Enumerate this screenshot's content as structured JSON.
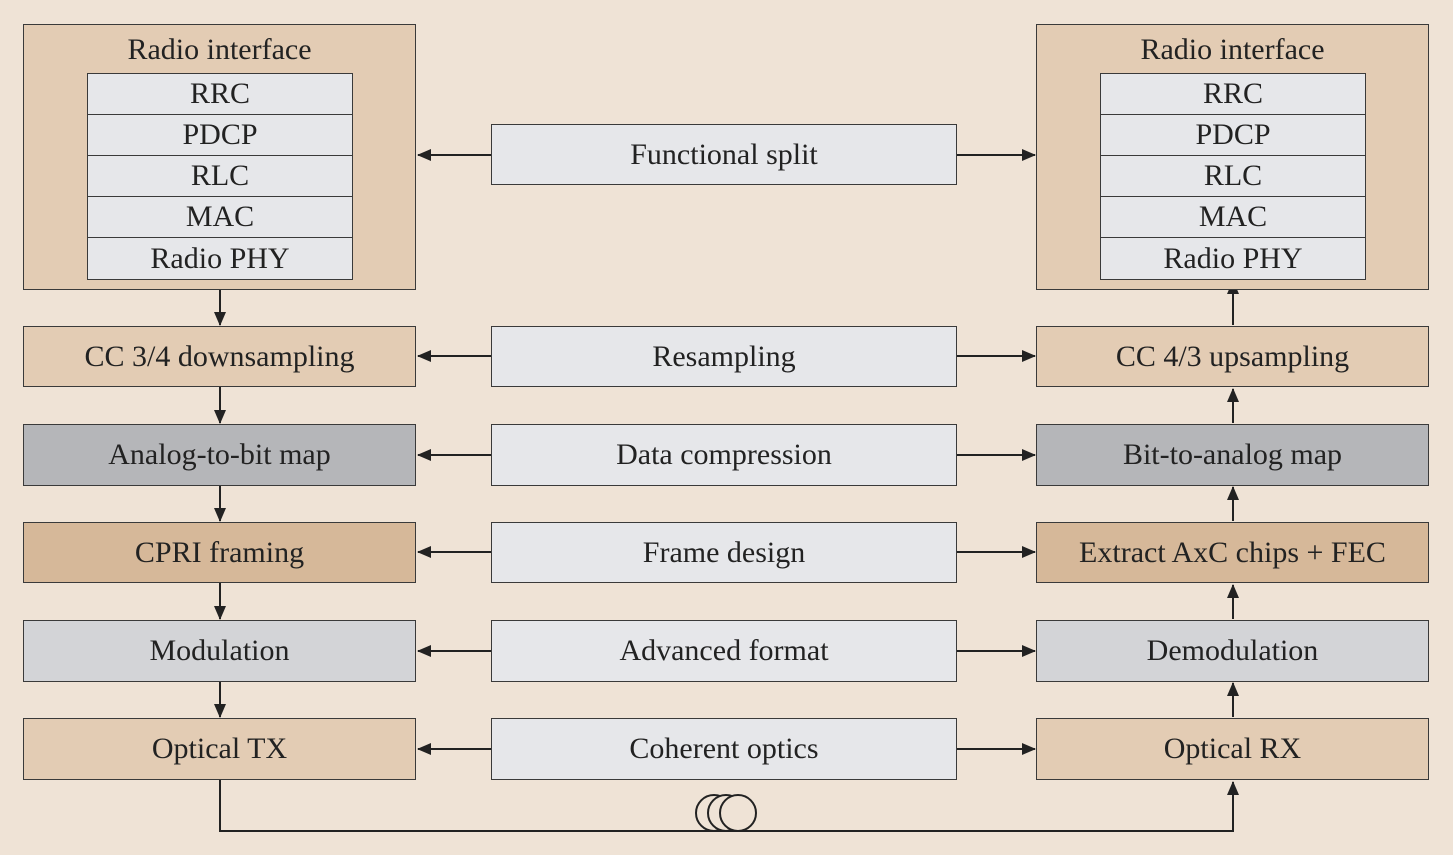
{
  "tx_radio": {
    "title": "Radio interface",
    "layers": [
      "RRC",
      "PDCP",
      "RLC",
      "MAC",
      "Radio PHY"
    ]
  },
  "rx_radio": {
    "title": "Radio interface",
    "layers": [
      "RRC",
      "PDCP",
      "RLC",
      "MAC",
      "Radio PHY"
    ]
  },
  "rows": [
    {
      "tx": "",
      "middle": "Functional split",
      "rx": ""
    },
    {
      "tx": "CC 3/4 downsampling",
      "middle": "Resampling",
      "rx": "CC 4/3 upsampling"
    },
    {
      "tx": "Analog-to-bit map",
      "middle": "Data compression",
      "rx": "Bit-to-analog map"
    },
    {
      "tx": "CPRI framing",
      "middle": "Frame design",
      "rx": "Extract AxC chips + FEC"
    },
    {
      "tx": "Modulation",
      "middle": "Advanced format",
      "rx": "Demodulation"
    },
    {
      "tx": "Optical TX",
      "middle": "Coherent optics",
      "rx": "Optical RX"
    }
  ],
  "fiber_icon": "fiber-coil-icon"
}
